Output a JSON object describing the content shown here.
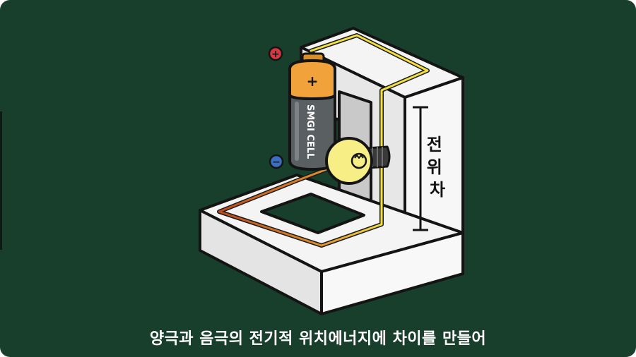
{
  "battery": {
    "brand_text": "SMGI CELL",
    "cap_symbol": "+",
    "plus_marker": "+",
    "minus_marker": "−",
    "colors": {
      "cap": "#f2a23a",
      "body": "#5a5f62"
    }
  },
  "dimension_label": "전\n위\n차",
  "caption": "양극과 음극의 전기적 위치에너지에 차이를 만들어",
  "colors": {
    "background": "#173f2c",
    "wire": "#f3df3d",
    "wire_low": "#c8641e",
    "bulb": "#f7ef86",
    "positive": "#d8383f",
    "negative": "#3b6fbf"
  },
  "icons": [
    "plus-terminal-icon",
    "minus-terminal-icon",
    "light-bulb-icon",
    "battery-icon"
  ]
}
